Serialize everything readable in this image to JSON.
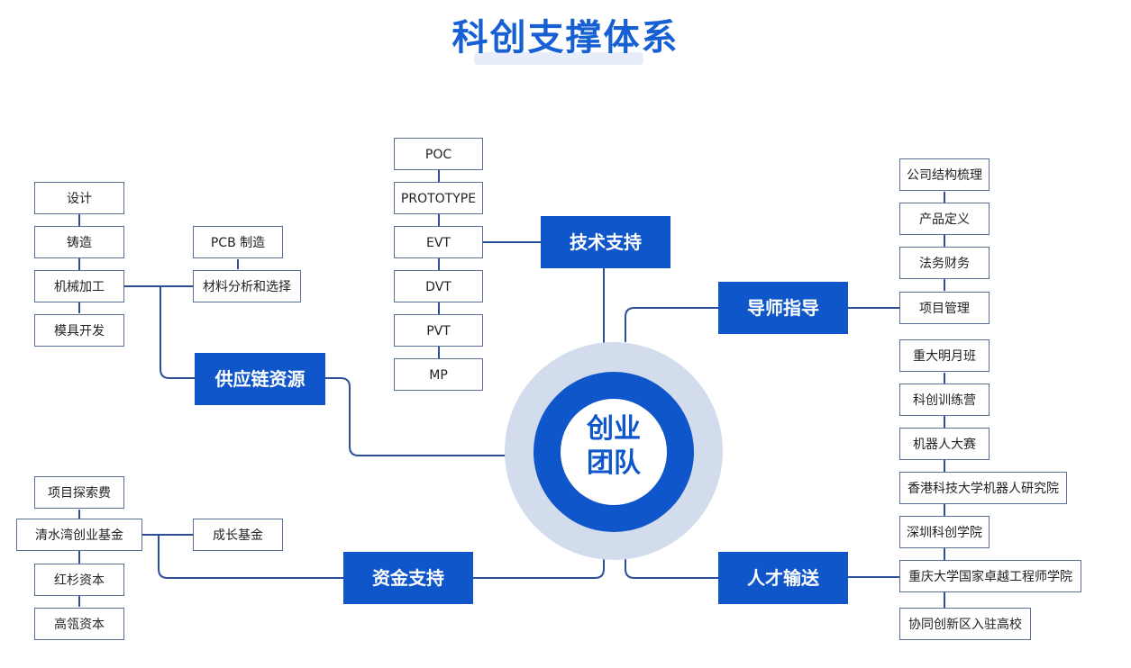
{
  "title": "科创支撑体系",
  "center": {
    "line1": "创业",
    "line2": "团队"
  },
  "branches": {
    "tech": "技术支持",
    "mentor": "导师指导",
    "supply": "供应链资源",
    "funding": "资金支持",
    "talent": "人才输送"
  },
  "tech_items": [
    "POC",
    "PROTOTYPE",
    "EVT",
    "DVT",
    "PVT",
    "MP"
  ],
  "mentor_items": [
    "公司结构梳理",
    "产品定义",
    "法务财务",
    "项目管理"
  ],
  "supply_left_items": [
    "设计",
    "铸造",
    "机械加工",
    "模具开发"
  ],
  "supply_right_items": [
    "PCB 制造",
    "材料分析和选择"
  ],
  "funding_left_items": [
    "项目探索费",
    "清水湾创业基金",
    "红杉资本",
    "高瓴资本"
  ],
  "funding_right_items": [
    "成长基金"
  ],
  "talent_items": [
    "重大明月班",
    "科创训练营",
    "机器人大赛",
    "香港科技大学机器人研究院",
    "深圳科创学院",
    "重庆大学国家卓越工程师学院",
    "协同创新区入驻高校"
  ],
  "colors": {
    "title": "#1760d4",
    "branch_fill": "#0e56c9",
    "connector": "#2c4f9a",
    "leaf_border": "#5b6f95",
    "halo": "#d3dcec"
  }
}
